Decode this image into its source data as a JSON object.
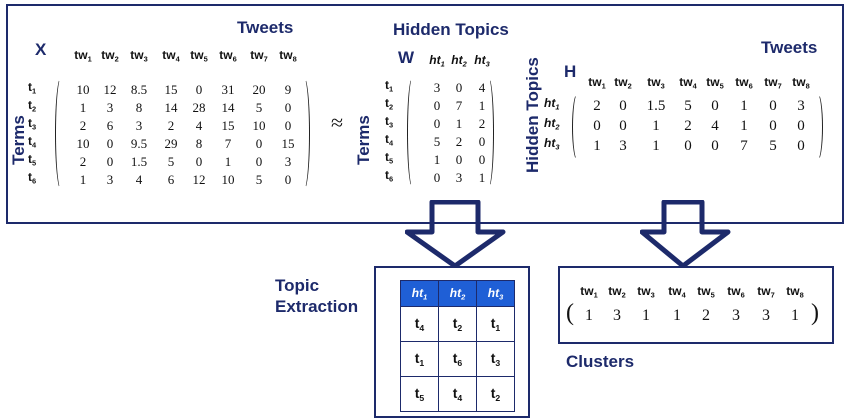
{
  "top_section": {
    "x_matrix": {
      "letter": "X",
      "title": "Tweets",
      "row_axis_label": "Terms",
      "columns": [
        "tw",
        "tw",
        "tw",
        "tw",
        "tw",
        "tw",
        "tw",
        "tw"
      ],
      "column_subscripts": [
        "1",
        "2",
        "3",
        "4",
        "5",
        "6",
        "7",
        "8"
      ],
      "rows": [
        "t",
        "t",
        "t",
        "t",
        "t",
        "t"
      ],
      "row_subscripts": [
        "1",
        "2",
        "3",
        "4",
        "5",
        "6"
      ],
      "values": [
        [
          "10",
          "12",
          "8.5",
          "15",
          "0",
          "31",
          "20",
          "9"
        ],
        [
          "1",
          "3",
          "8",
          "14",
          "28",
          "14",
          "5",
          "0"
        ],
        [
          "2",
          "6",
          "3",
          "2",
          "4",
          "15",
          "10",
          "0"
        ],
        [
          "10",
          "0",
          "9.5",
          "29",
          "8",
          "7",
          "0",
          "15"
        ],
        [
          "2",
          "0",
          "1.5",
          "5",
          "0",
          "1",
          "0",
          "3"
        ],
        [
          "1",
          "3",
          "4",
          "6",
          "12",
          "10",
          "5",
          "0"
        ]
      ]
    },
    "approx_symbol": "≈",
    "w_matrix": {
      "letter": "W",
      "title": "Hidden Topics",
      "row_axis_label": "Terms",
      "columns": [
        "ht",
        "ht",
        "ht"
      ],
      "column_subscripts": [
        "1",
        "2",
        "3"
      ],
      "rows": [
        "t",
        "t",
        "t",
        "t",
        "t",
        "t"
      ],
      "row_subscripts": [
        "1",
        "2",
        "3",
        "4",
        "5",
        "6"
      ],
      "values": [
        [
          "3",
          "0",
          "4"
        ],
        [
          "0",
          "7",
          "1"
        ],
        [
          "0",
          "1",
          "2"
        ],
        [
          "5",
          "2",
          "0"
        ],
        [
          "1",
          "0",
          "0"
        ],
        [
          "0",
          "3",
          "1"
        ]
      ]
    },
    "h_matrix": {
      "letter": "H",
      "title": "Tweets",
      "row_axis_label": "Hidden Topics",
      "columns": [
        "tw",
        "tw",
        "tw",
        "tw",
        "tw",
        "tw",
        "tw",
        "tw"
      ],
      "column_subscripts": [
        "1",
        "2",
        "3",
        "4",
        "5",
        "6",
        "7",
        "8"
      ],
      "rows": [
        "ht",
        "ht",
        "ht"
      ],
      "row_subscripts": [
        "1",
        "2",
        "3"
      ],
      "values": [
        [
          "2",
          "0",
          "1.5",
          "5",
          "0",
          "1",
          "0",
          "3"
        ],
        [
          "0",
          "0",
          "1",
          "2",
          "4",
          "1",
          "0",
          "0"
        ],
        [
          "1",
          "3",
          "1",
          "0",
          "0",
          "7",
          "5",
          "0"
        ]
      ]
    }
  },
  "topic_extraction": {
    "label_line1": "Topic",
    "label_line2": "Extraction",
    "headers": [
      "ht",
      "ht",
      "ht"
    ],
    "header_subscripts": [
      "1",
      "2",
      "3"
    ],
    "rows": [
      [
        {
          "t": "t",
          "s": "4"
        },
        {
          "t": "t",
          "s": "2"
        },
        {
          "t": "t",
          "s": "1"
        }
      ],
      [
        {
          "t": "t",
          "s": "1"
        },
        {
          "t": "t",
          "s": "6"
        },
        {
          "t": "t",
          "s": "3"
        }
      ],
      [
        {
          "t": "t",
          "s": "5"
        },
        {
          "t": "t",
          "s": "4"
        },
        {
          "t": "t",
          "s": "2"
        }
      ]
    ]
  },
  "clusters": {
    "label": "Clusters",
    "columns": [
      "tw",
      "tw",
      "tw",
      "tw",
      "tw",
      "tw",
      "tw",
      "tw"
    ],
    "column_subscripts": [
      "1",
      "2",
      "3",
      "4",
      "5",
      "6",
      "7",
      "8"
    ],
    "values": [
      "1",
      "3",
      "1",
      "1",
      "2",
      "3",
      "3",
      "1"
    ]
  },
  "colors": {
    "frame": "#1d2a6b",
    "arrow_fill": "#1d2a6b",
    "table_header": "#1f5fd6"
  }
}
